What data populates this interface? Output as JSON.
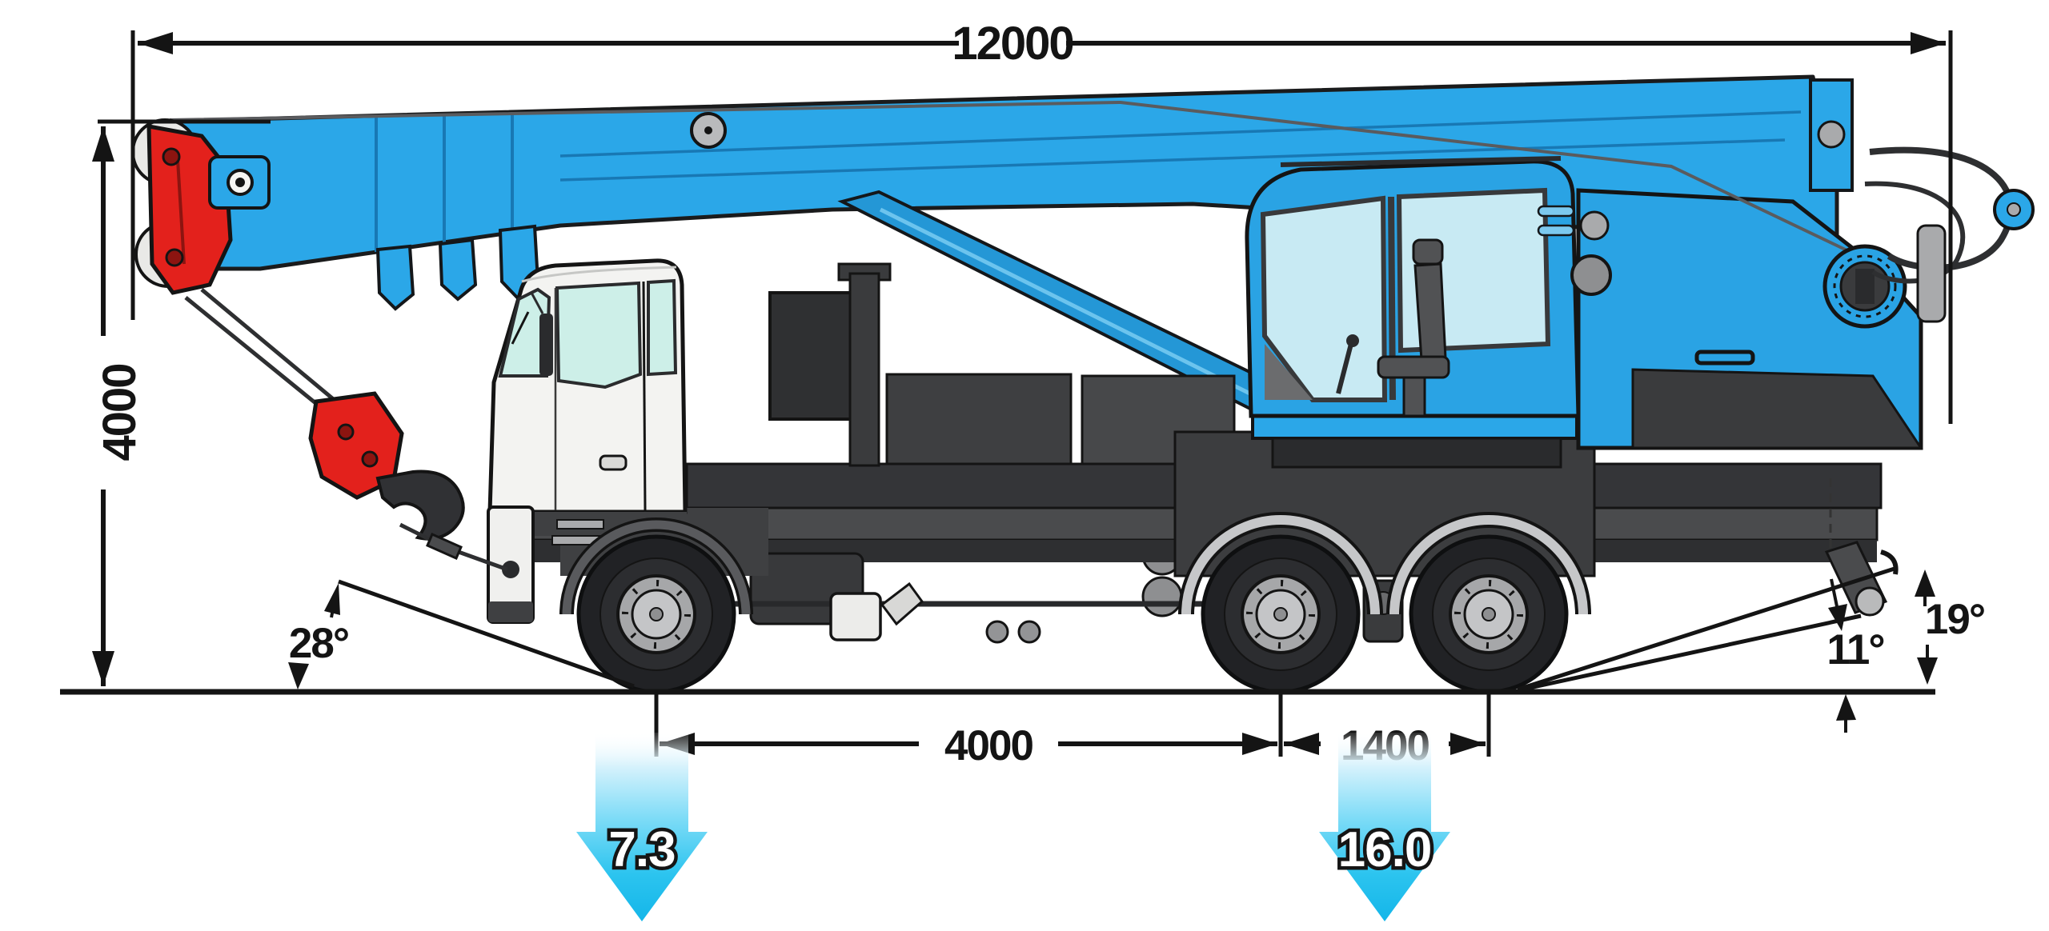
{
  "diagram": {
    "kind": "truck-crane-dimension-side-view",
    "labels": {
      "overall_length": "12000",
      "overall_height": "4000",
      "wheelbase": "4000",
      "rear_axle_spacing": "1400",
      "approach_angle": "28°",
      "rear_ramp_angle": "11°",
      "departure_angle": "19°",
      "front_axle_load": "7.3",
      "rear_bogie_load": "16.0"
    },
    "colors": {
      "boom_blue": "#2BA7E8",
      "crane_body_blue": "#2AA3E4",
      "truck_glass_tint": "#CDEFE8",
      "crane_glass_tint": "#C8EAF3",
      "accent_red": "#E3211C",
      "cab_white": "#F3F3F1",
      "chassis_dark": "#3A3B3D",
      "dimension_black": "#141414",
      "load_arrow_cyan": "#14B6E9"
    }
  }
}
